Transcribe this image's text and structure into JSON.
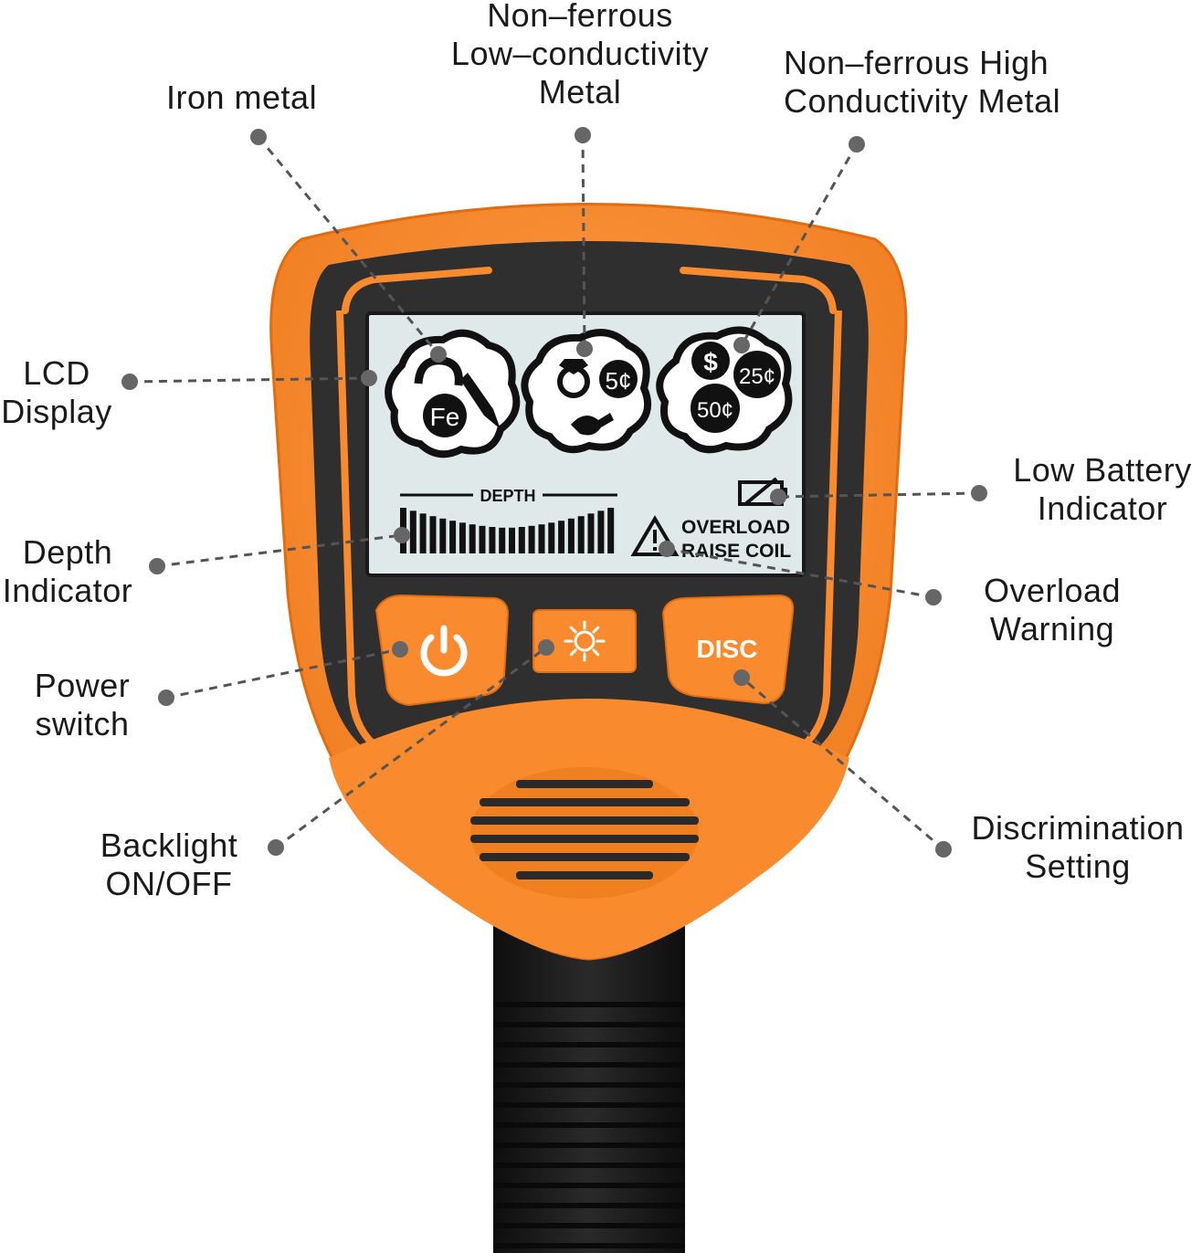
{
  "colors": {
    "body_orange": "#f98a2e",
    "body_orange_dark": "#e86f12",
    "bezel_dark": "#2f2f2f",
    "lcd_bg": "#dfe9ea",
    "lcd_ink": "#111111",
    "handle": "#1e1e1e",
    "leader": "#555555"
  },
  "lcd": {
    "symbols": {
      "iron": "Fe",
      "coin_5": "5¢",
      "dollar": "$",
      "coin_25": "25¢",
      "coin_50": "50¢"
    },
    "depth_label": "DEPTH",
    "overload_line1": "OVERLOAD",
    "overload_line2": "RAISE COIL"
  },
  "buttons": {
    "power_icon": "power-icon",
    "backlight_icon": "sun-icon",
    "disc_label": "DISC"
  },
  "callouts": {
    "iron_metal": [
      "Iron metal"
    ],
    "non_ferrous_low": [
      "Non–ferrous",
      "Low–conductivity",
      "Metal"
    ],
    "non_ferrous_high": [
      "Non–ferrous High",
      "Conductivity Metal"
    ],
    "lcd_display": [
      "LCD",
      "Display"
    ],
    "low_battery": [
      "Low Battery",
      "Indicator"
    ],
    "depth_indicator": [
      "Depth",
      "Indicator"
    ],
    "overload_warning": [
      "Overload",
      "Warning"
    ],
    "power_switch": [
      "Power",
      "switch"
    ],
    "backlight": [
      "Backlight",
      "ON/OFF"
    ],
    "discrimination": [
      "Discrimination",
      "Setting"
    ]
  }
}
